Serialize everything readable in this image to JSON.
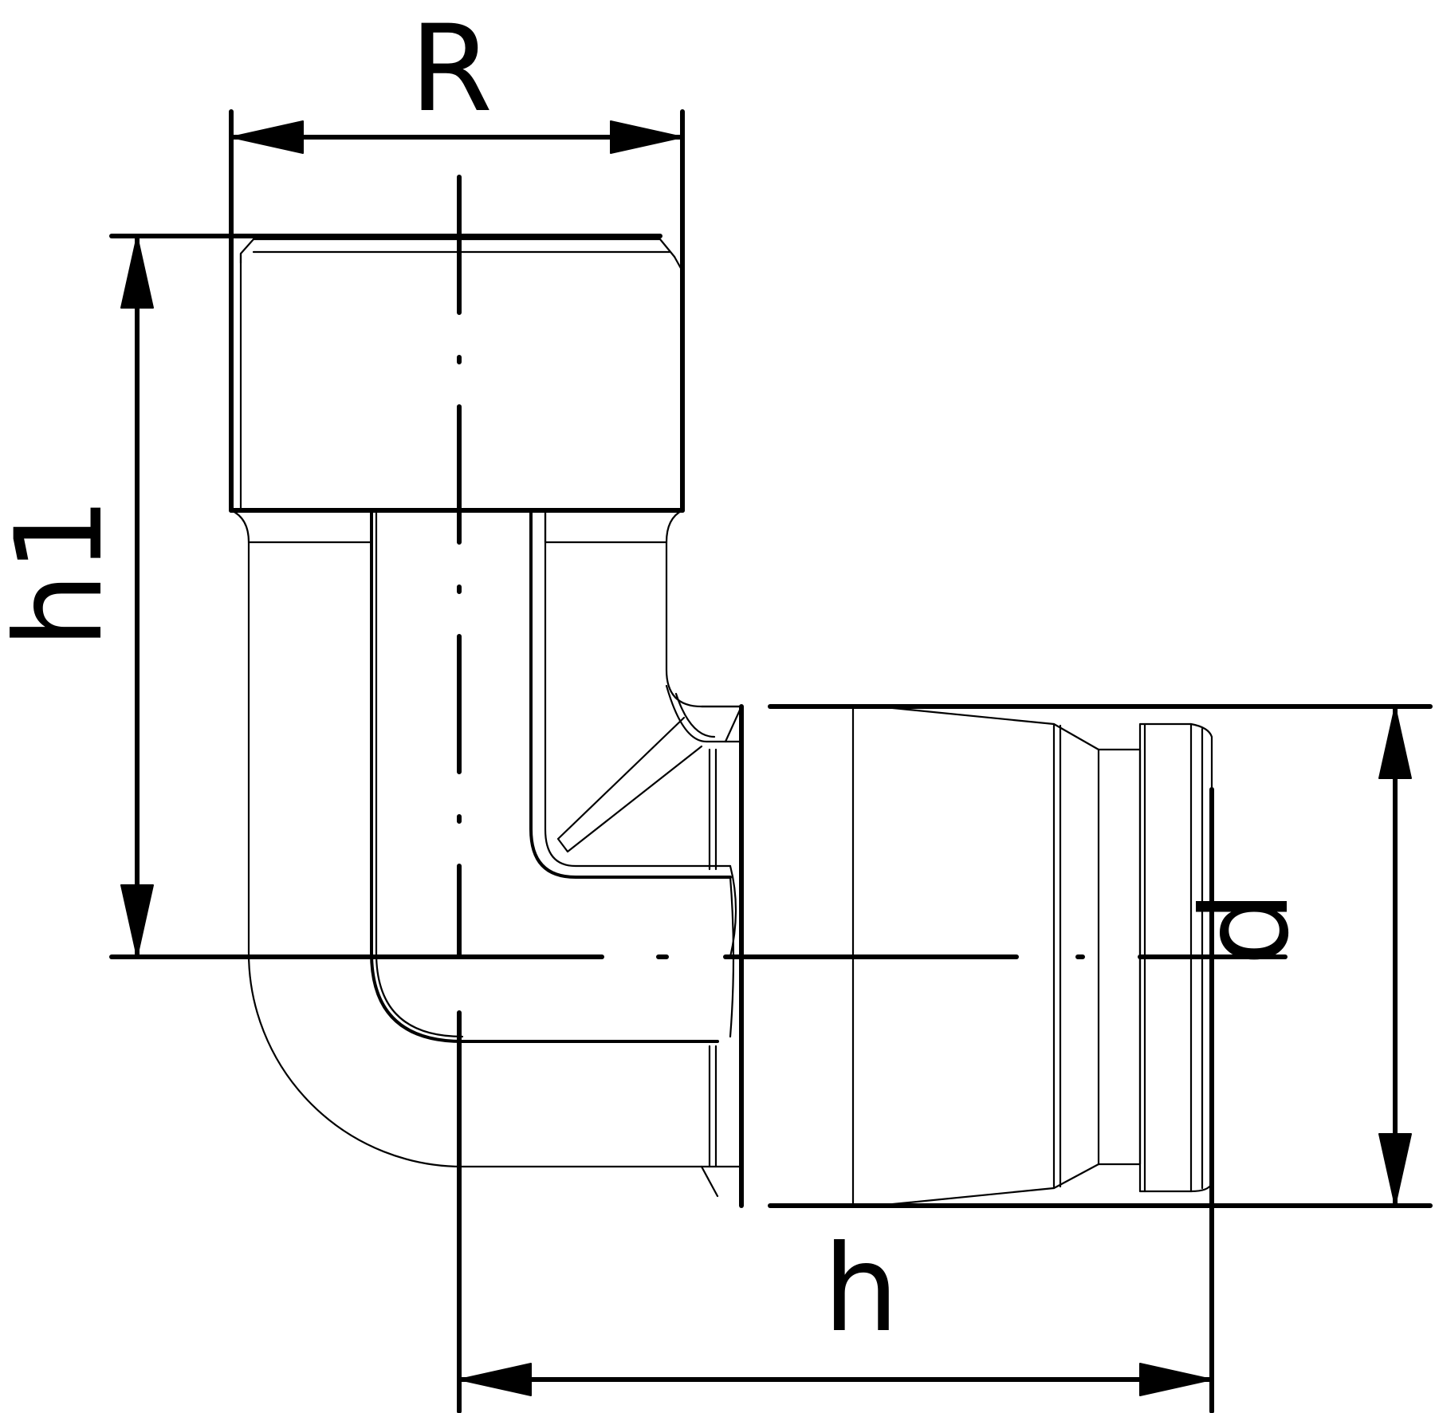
{
  "labels": {
    "R": "R",
    "h1": "h1",
    "d": "d",
    "h": "h"
  }
}
